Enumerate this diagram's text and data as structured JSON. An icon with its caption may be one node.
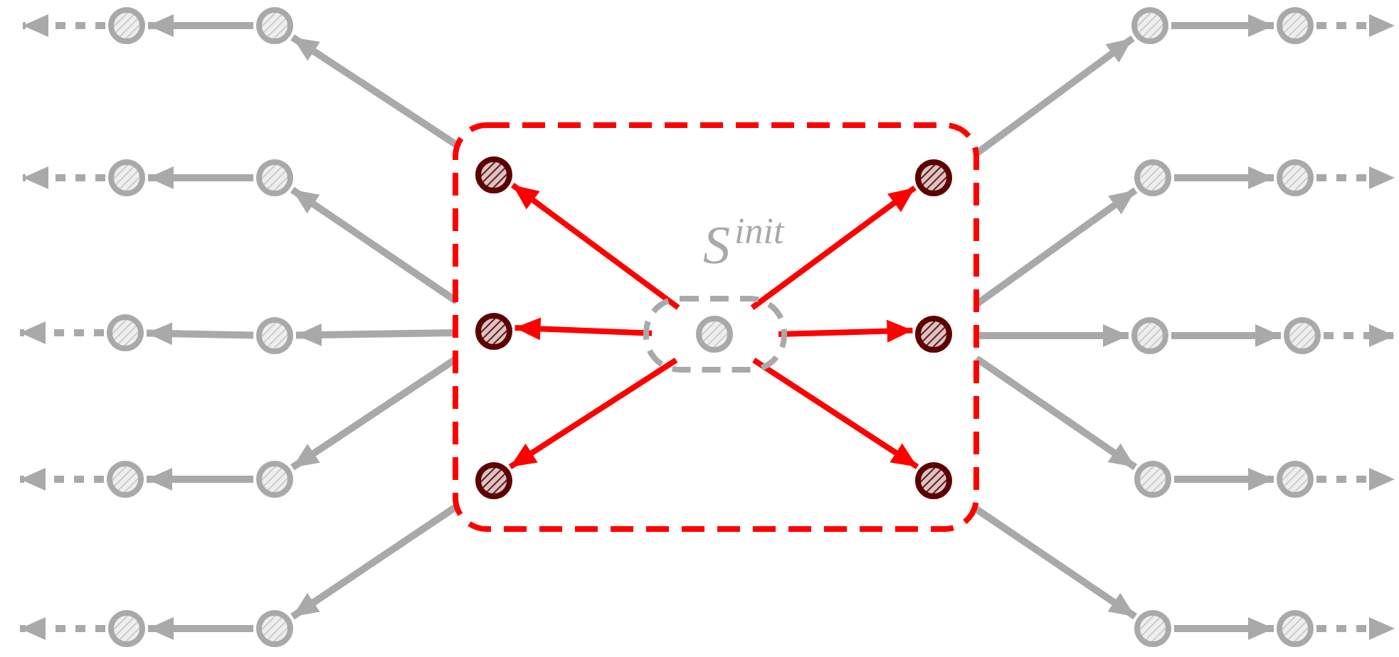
{
  "diagram": {
    "nodes": [
      {
        "text": [],
        "shape": "box"
      },
      {
        "text": [
          "S$^{init}$"
        ],
        "in": 0
      },
      {
        "text": [],
        "shape": "circle",
        "in": 1
      },
      {
        "text": [],
        "shape": "circle",
        "in": 0
      },
      {
        "text": [],
        "shape": "circle",
        "in": 0
      },
      {
        "text": [],
        "shape": "circle",
        "in": 0
      },
      {
        "text": [],
        "shape": "circle",
        "in": 0
      },
      {
        "text": [],
        "shape": "circle",
        "in": 0
      },
      {
        "text": [],
        "shape": "circle",
        "in": 0
      },
      {
        "text": [],
        "shape": "circle"
      },
      {
        "text": [],
        "shape": "circle"
      },
      {
        "text": [],
        "shape": "circle"
      },
      {
        "text": [],
        "shape": "circle"
      },
      {
        "text": [],
        "shape": "circle"
      },
      {
        "text": [],
        "shape": "circle"
      },
      {
        "text": [],
        "shape": "circle"
      },
      {
        "text": [],
        "shape": "circle"
      },
      {
        "text": [],
        "shape": "circle"
      },
      {
        "text": [],
        "shape": "circle"
      },
      {
        "text": [],
        "shape": "circle"
      },
      {
        "text": [],
        "shape": "circle"
      },
      {
        "text": [],
        "shape": "circle"
      },
      {
        "text": [],
        "shape": "circle"
      },
      {
        "text": [],
        "shape": "circle"
      },
      {
        "text": [],
        "shape": "circle"
      },
      {
        "text": [],
        "shape": "circle"
      },
      {
        "text": [],
        "shape": "circle"
      },
      {
        "text": [],
        "shape": "circle"
      },
      {
        "text": [],
        "shape": "circle"
      }
    ],
    "edges": [
      {
        "from": 1,
        "to": 3,
        "arrow": "to",
        "color": "#ff0000"
      },
      {
        "from": 1,
        "to": 4,
        "arrow": "to",
        "color": "#ff0000"
      },
      {
        "from": 1,
        "to": 5,
        "arrow": "to",
        "color": "#ff0000"
      },
      {
        "from": 1,
        "to": 6,
        "arrow": "to",
        "color": "#ff0000"
      },
      {
        "from": 1,
        "to": 7,
        "arrow": "to",
        "color": "#ff0000"
      },
      {
        "from": 1,
        "to": 8,
        "arrow": "to",
        "color": "#ff0000"
      },
      {
        "from": 0,
        "to": 9,
        "arrow": "to"
      },
      {
        "from": 0,
        "to": 10,
        "arrow": "to"
      },
      {
        "from": 0,
        "to": 11,
        "arrow": "to"
      },
      {
        "from": 0,
        "to": 12,
        "arrow": "to"
      },
      {
        "from": 0,
        "to": 13,
        "arrow": "to"
      },
      {
        "from": 9,
        "to": 14,
        "arrow": "to"
      },
      {
        "from": 10,
        "to": 15,
        "arrow": "to"
      },
      {
        "from": 11,
        "to": 16,
        "arrow": "to"
      },
      {
        "from": 12,
        "to": 17,
        "arrow": "to"
      },
      {
        "from": 13,
        "to": 18,
        "arrow": "to"
      },
      {
        "from": 14,
        "to": null,
        "arrow": "to",
        "style": "dashed"
      },
      {
        "from": 15,
        "to": null,
        "arrow": "to",
        "style": "dashed"
      },
      {
        "from": 16,
        "to": null,
        "arrow": "to",
        "style": "dashed"
      },
      {
        "from": 17,
        "to": null,
        "arrow": "to",
        "style": "dashed"
      },
      {
        "from": 18,
        "to": null,
        "arrow": "to",
        "style": "dashed"
      },
      {
        "from": 0,
        "to": 19,
        "arrow": "to"
      },
      {
        "from": 0,
        "to": 20,
        "arrow": "to"
      },
      {
        "from": 0,
        "to": 21,
        "arrow": "to"
      },
      {
        "from": 0,
        "to": 22,
        "arrow": "to"
      },
      {
        "from": 0,
        "to": 23,
        "arrow": "to"
      },
      {
        "from": 19,
        "to": 24,
        "arrow": "to"
      },
      {
        "from": 20,
        "to": 25,
        "arrow": "to"
      },
      {
        "from": 21,
        "to": 26,
        "arrow": "to"
      },
      {
        "from": 22,
        "to": 27,
        "arrow": "to"
      },
      {
        "from": 23,
        "to": 28,
        "arrow": "to"
      },
      {
        "from": 24,
        "to": null,
        "arrow": "to",
        "style": "dashed"
      },
      {
        "from": 25,
        "to": null,
        "arrow": "to",
        "style": "dashed"
      },
      {
        "from": 26,
        "to": null,
        "arrow": "to",
        "style": "dashed"
      },
      {
        "from": 27,
        "to": null,
        "arrow": "to",
        "style": "dashed"
      },
      {
        "from": 28,
        "to": null,
        "arrow": "to",
        "style": "dashed"
      }
    ]
  }
}
